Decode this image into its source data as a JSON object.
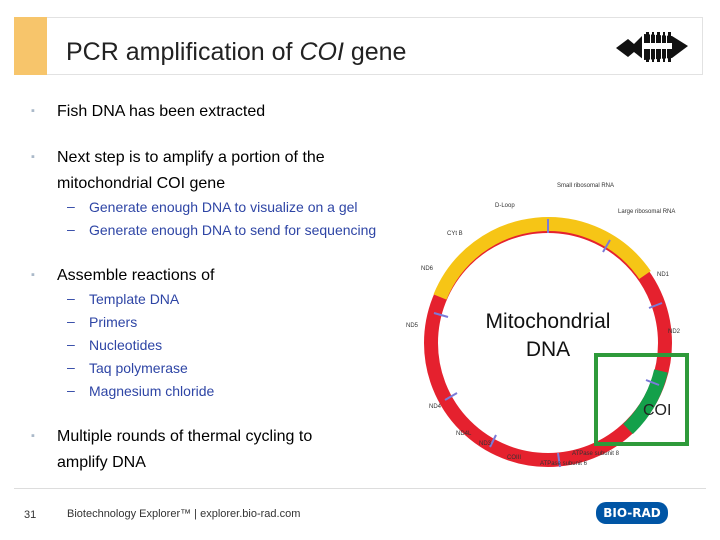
{
  "slide": {
    "title_prefix": "PCR amplification of ",
    "title_italic": "COI",
    "title_suffix": " gene",
    "slide_number": "31",
    "footer": "Biotechnology Explorer™ |  explorer.bio-rad.com",
    "brand": "BIO-RAD"
  },
  "bullets": {
    "b1": "Fish DNA has been extracted",
    "b2_line1": "Next step is to amplify a portion of the",
    "b2_line2": "mitochondrial COI gene",
    "b2_sub1": "Generate enough DNA to visualize on a gel",
    "b2_sub2": "Generate enough DNA to send for sequencing",
    "b3": "Assemble reactions of",
    "b3_sub": [
      "Template DNA",
      "Primers",
      "Nucleotides",
      "Taq polymerase",
      "Magnesium chloride"
    ],
    "b4_line1": "Multiple rounds of thermal cycling to",
    "b4_line2": "amplify DNA"
  },
  "diagram": {
    "center_line1": "Mitochondrial",
    "center_line2": "DNA",
    "coi_label": "COI",
    "labels": {
      "small_rrna": "Small ribosomal RNA",
      "large_rrna": "Large ribosomal RNA",
      "dloop": "D-Loop",
      "cytb": "CYt B",
      "nd6": "ND6",
      "nd5": "ND5",
      "nd4": "ND4",
      "nd4l": "ND4L",
      "nd3": "ND3",
      "coiii": "COIII",
      "atpase6": "ATPase subunit 6",
      "atpase8": "ATPase subunit 8",
      "nd1": "ND1",
      "nd2": "ND2"
    },
    "colors": {
      "red": "#e5212e",
      "yellow": "#f6c516",
      "green": "#14a04a",
      "highlight": "#2e9a3a"
    }
  }
}
